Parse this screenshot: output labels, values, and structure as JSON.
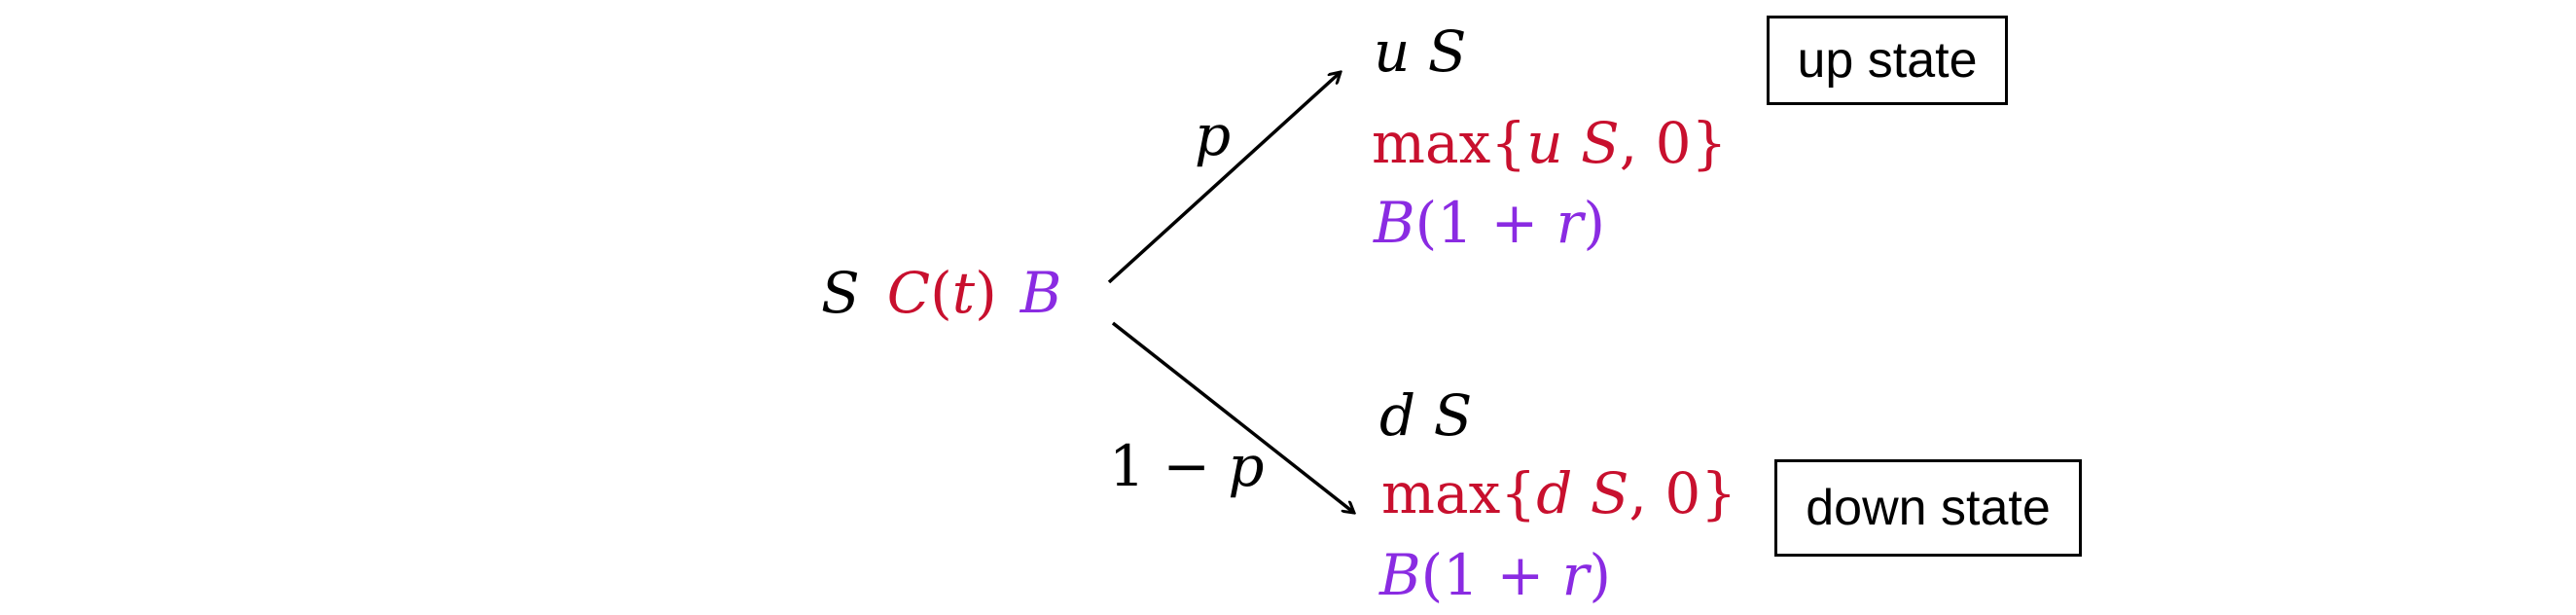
{
  "root": {
    "S": "S",
    "C": "C",
    "t": "t",
    "B": "B"
  },
  "edges": {
    "up_prob": "p",
    "down_prob_prefix": "1 − ",
    "down_prob_var": "p"
  },
  "up": {
    "stock_u": "u",
    "stock_S": "S",
    "payoff_max": "max{",
    "payoff_u": "u",
    "payoff_S": "S",
    "payoff_rest": ", 0}",
    "bond_B": "B",
    "bond_open": "(1 + ",
    "bond_r": "r",
    "bond_close": ")",
    "label": "up state"
  },
  "down": {
    "stock_d": "d",
    "stock_S": "S",
    "payoff_max": "max{",
    "payoff_d": "d",
    "payoff_S": "S",
    "payoff_rest": ", 0}",
    "bond_B": "B",
    "bond_open": "(1 + ",
    "bond_r": "r",
    "bond_close": ")",
    "label": "down state"
  },
  "colors": {
    "stock": "#000000",
    "option": "#c8102e",
    "bond": "#8a2be2"
  }
}
